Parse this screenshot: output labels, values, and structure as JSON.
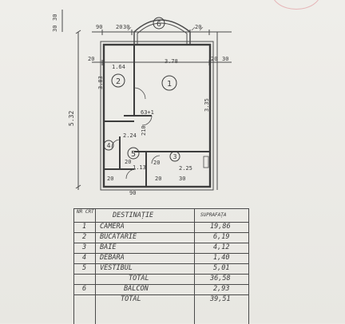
{
  "plan": {
    "dims": {
      "d_30_top": "30",
      "d_30_side": "30",
      "d_90": "90",
      "d_20_left": "20",
      "d_20_top1": "20",
      "d_30_top2": "30",
      "d_20_top3": "20",
      "d_164": "1.64",
      "d_378": "3.78",
      "d_20_right": "20",
      "d_30_right": "30",
      "d_383": "3.83",
      "d_532": "5.32",
      "d_335": "3.35",
      "d_634": "63+1",
      "d_224": "2.24",
      "d_210": "210",
      "d_20_mid": "20",
      "d_113": "1.13",
      "d_20_mid2": "20",
      "d_225": "2.25",
      "d_30_bot": "30",
      "d_20_bot": "20",
      "d_90_bot": "90",
      "d_20_bot2": "20"
    },
    "rooms": {
      "r1": "1",
      "r2": "2",
      "r3": "3",
      "r4": "4",
      "r5": "5",
      "r6": "6"
    }
  },
  "table": {
    "header": {
      "nr": "NR CRT",
      "dest": "DESTINAȚIE",
      "supr": "SUPRAFAȚA"
    },
    "rows": [
      {
        "nr": "1",
        "name": "CAMERA",
        "area": "19,86"
      },
      {
        "nr": "2",
        "name": "BUCATARIE",
        "area": "6,19"
      },
      {
        "nr": "3",
        "name": "BAIE",
        "area": "4,12"
      },
      {
        "nr": "4",
        "name": "DEBARA",
        "area": "1,40"
      },
      {
        "nr": "5",
        "name": "VESTIBUL",
        "area": "5,01"
      }
    ],
    "total1": {
      "label": "TOTAL",
      "area": "36,58"
    },
    "balcon": {
      "nr": "6",
      "name": "BALCON",
      "area": "2,93"
    },
    "total2": {
      "label": "TOTAL",
      "area": "39,51"
    }
  }
}
